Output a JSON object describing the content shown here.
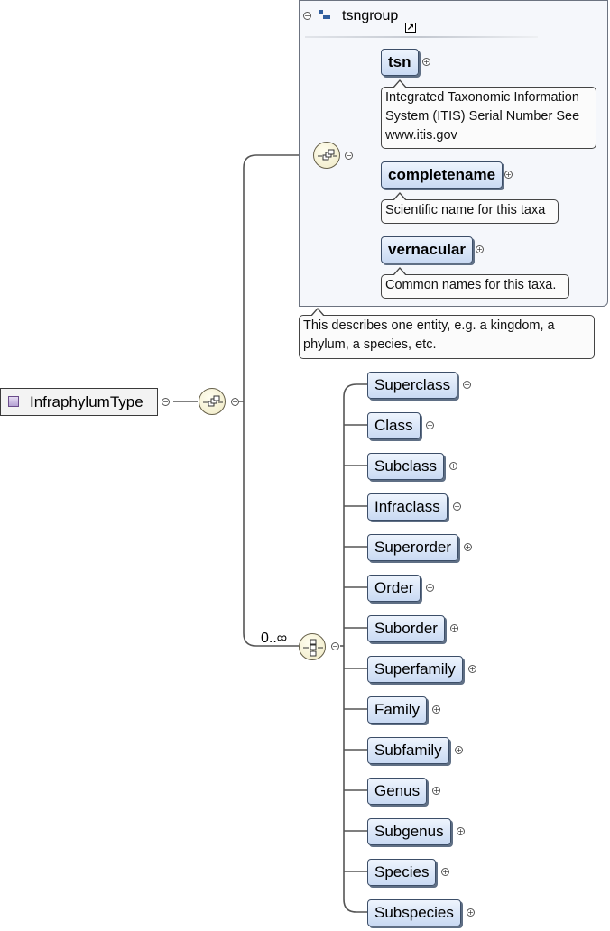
{
  "root": {
    "label": "InfraphylumType"
  },
  "group": {
    "title": "tsngroup",
    "elements": [
      {
        "name": "tsn",
        "doc": "Integrated Taxonomic Information System (ITIS) Serial Number See www.itis.gov"
      },
      {
        "name": "completename",
        "doc": "Scientific name for this taxa"
      },
      {
        "name": "vernacular",
        "doc": "Common names for this taxa."
      }
    ],
    "doc": "This describes one entity, e.g. a kingdom, a phylum, a species, etc."
  },
  "choice": {
    "multiplicity": "0..∞",
    "elements": [
      "Superclass",
      "Class",
      "Subclass",
      "Infraclass",
      "Superorder",
      "Order",
      "Suborder",
      "Superfamily",
      "Family",
      "Subfamily",
      "Genus",
      "Subgenus",
      "Species",
      "Subspecies"
    ]
  },
  "icons": {
    "collapse": "collapse-minus-icon",
    "expand": "expand-plus-icon",
    "sequence": "sequence-compositor-icon",
    "choice": "choice-compositor-icon",
    "group": "group-icon",
    "link": "link-arrow-icon",
    "complex_type": "complex-type-icon"
  },
  "colors": {
    "node_fill_top": "#eef4fd",
    "node_fill_bottom": "#c9daf3",
    "node_border": "#3c4e68",
    "group_fill": "#f5f7fb",
    "compositor_fill": "#efe9c3",
    "wire": "#555555"
  }
}
